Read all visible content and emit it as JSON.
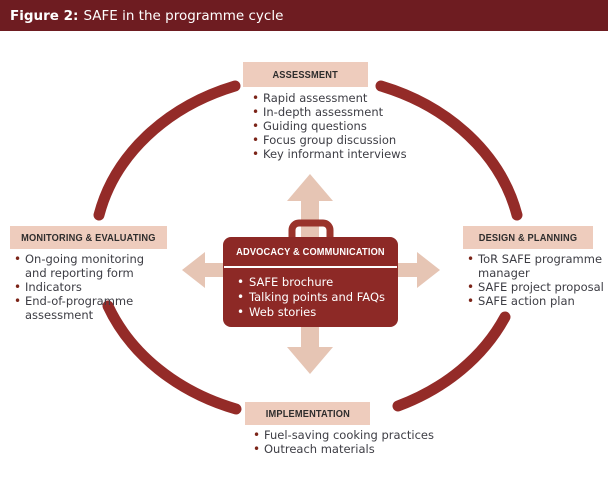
{
  "header": {
    "figure_label": "Figure 2:",
    "title": "SAFE in the programme cycle"
  },
  "colors": {
    "header_bar": "#6e1c21",
    "cycle_arc": "#942b28",
    "center_box": "#8d2926",
    "briefcase_handle": "#9a332b",
    "stage_chip": "#eeccbd",
    "cross_arrow": "#e6c5b4",
    "bullet_dot": "#7b2418",
    "body_text": "#3d3d44",
    "chip_text": "#2e2d2d"
  },
  "diagram": {
    "stages": [
      {
        "label": "ASSESSMENT",
        "items": [
          "Rapid assessment",
          "In-depth assessment",
          "Guiding questions",
          "Focus group discussion",
          "Key informant interviews"
        ]
      },
      {
        "label": "DESIGN & PLANNING",
        "items": [
          "ToR SAFE programme manager",
          "SAFE project proposal",
          "SAFE action plan"
        ]
      },
      {
        "label": "IMPLEMENTATION",
        "items": [
          "Fuel-saving cooking practices",
          "Outreach materials"
        ]
      },
      {
        "label": "MONITORING & EVALUATING",
        "items": [
          "On-going monitoring and reporting form",
          "Indicators",
          "End-of-programme assessment"
        ]
      }
    ],
    "center": {
      "label": "ADVOCACY & COMMUNICATION",
      "items": [
        "SAFE brochure",
        "Talking points and FAQs",
        "Web stories"
      ]
    }
  }
}
